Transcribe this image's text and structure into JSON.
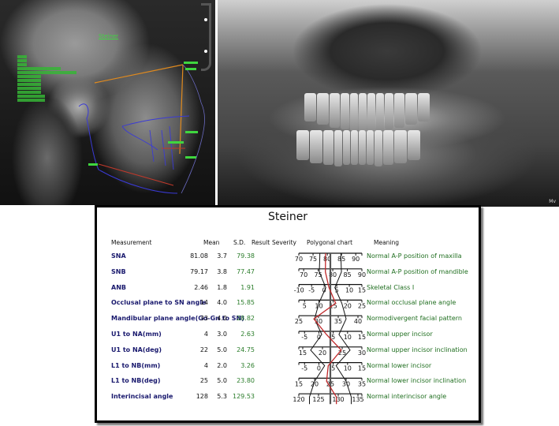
{
  "panels": {
    "cephalogram": {
      "overlay_title": "Steiner",
      "legend_rows": 12
    },
    "panoramic": {
      "corner_label": "Mv"
    }
  },
  "report": {
    "title": "Steiner",
    "headers": {
      "measurement": "Measurement",
      "mean": "Mean",
      "sd": "S.D.",
      "result": "Result",
      "severity": "Severity",
      "chart": "Polygonal chart",
      "meaning": "Meaning"
    },
    "rows": [
      {
        "name": "SNA",
        "mean": "81.08",
        "sd": "3.7",
        "result": "79.38",
        "severity": "",
        "meaning": "Normal A-P position of maxilla",
        "ticks": [
          70,
          75,
          80,
          85,
          90
        ]
      },
      {
        "name": "SNB",
        "mean": "79.17",
        "sd": "3.8",
        "result": "77.47",
        "severity": "",
        "meaning": "Normal A-P position of mandible",
        "ticks": [
          70,
          75,
          80,
          85,
          90
        ]
      },
      {
        "name": "ANB",
        "mean": "2.46",
        "sd": "1.8",
        "result": "1.91",
        "severity": "",
        "meaning": "Skeletal Class I",
        "ticks": [
          -10,
          -5,
          0,
          5,
          10,
          15
        ]
      },
      {
        "name": "Occlusal plane to SN angle",
        "mean": "14",
        "sd": "4.0",
        "result": "15.85",
        "severity": "",
        "meaning": "Normal occlusal plane angle",
        "ticks": [
          5,
          10,
          15,
          20,
          25
        ]
      },
      {
        "name": "Mandibular plane angle(Go-Gn to SN)",
        "mean": "33",
        "sd": "4.0",
        "result": "28.82",
        "severity": "",
        "meaning": "Normodivergent facial pattern",
        "ticks": [
          25,
          30,
          35,
          40
        ]
      },
      {
        "name": "U1 to NA(mm)",
        "mean": "4",
        "sd": "3.0",
        "result": "2.63",
        "severity": "",
        "meaning": "Normal upper incisor",
        "ticks": [
          -5,
          0,
          5,
          10,
          15
        ]
      },
      {
        "name": "U1 to NA(deg)",
        "mean": "22",
        "sd": "5.0",
        "result": "24.75",
        "severity": "",
        "meaning": "Normal upper incisor inclination",
        "ticks": [
          15,
          20,
          25,
          30
        ]
      },
      {
        "name": "L1 to NB(mm)",
        "mean": "4",
        "sd": "2.0",
        "result": "3.26",
        "severity": "",
        "meaning": "Normal lower incisor",
        "ticks": [
          -5,
          0,
          5,
          10,
          15
        ]
      },
      {
        "name": "L1 to NB(deg)",
        "mean": "25",
        "sd": "5.0",
        "result": "23.80",
        "severity": "",
        "meaning": "Normal lower incisor inclination",
        "ticks": [
          15,
          20,
          25,
          30,
          35
        ]
      },
      {
        "name": "Interincisal angle",
        "mean": "128",
        "sd": "5.3",
        "result": "129.53",
        "severity": "",
        "meaning": "Normal interincisor angle",
        "ticks": [
          120,
          125,
          130,
          135
        ]
      }
    ]
  },
  "colors": {
    "measurement_text": "#1a1a6e",
    "result_text": "#2b7d2b",
    "meaning_text": "#1f6e1f",
    "result_polyline": "#c0282a",
    "mean_line": "#555555",
    "sd_lines": "#111111"
  },
  "chart_data": {
    "type": "table",
    "title": "Steiner",
    "columns": [
      "Measurement",
      "Mean",
      "S.D.",
      "Result",
      "Severity",
      "Polygonal chart",
      "Meaning"
    ],
    "categories": [
      "SNA",
      "SNB",
      "ANB",
      "Occlusal plane to SN angle",
      "Mandibular plane angle(Go-Gn to SN)",
      "U1 to NA(mm)",
      "U1 to NA(deg)",
      "L1 to NB(mm)",
      "L1 to NB(deg)",
      "Interincisal angle"
    ],
    "series": [
      {
        "name": "Mean",
        "values": [
          81.08,
          79.17,
          2.46,
          14,
          33,
          4,
          22,
          4,
          25,
          128
        ]
      },
      {
        "name": "S.D.",
        "values": [
          3.7,
          3.8,
          1.8,
          4.0,
          4.0,
          3.0,
          5.0,
          2.0,
          5.0,
          5.3
        ]
      },
      {
        "name": "Result",
        "values": [
          79.38,
          77.47,
          1.91,
          15.85,
          28.82,
          2.63,
          24.75,
          3.26,
          23.8,
          129.53
        ]
      }
    ],
    "meanings": [
      "Normal A-P position of maxilla",
      "Normal A-P position of mandible",
      "Skeletal Class I",
      "Normal occlusal plane angle",
      "Normodivergent facial pattern",
      "Normal upper incisor",
      "Normal upper incisor inclination",
      "Normal lower incisor",
      "Normal lower incisor inclination",
      "Normal interincisor angle"
    ]
  }
}
